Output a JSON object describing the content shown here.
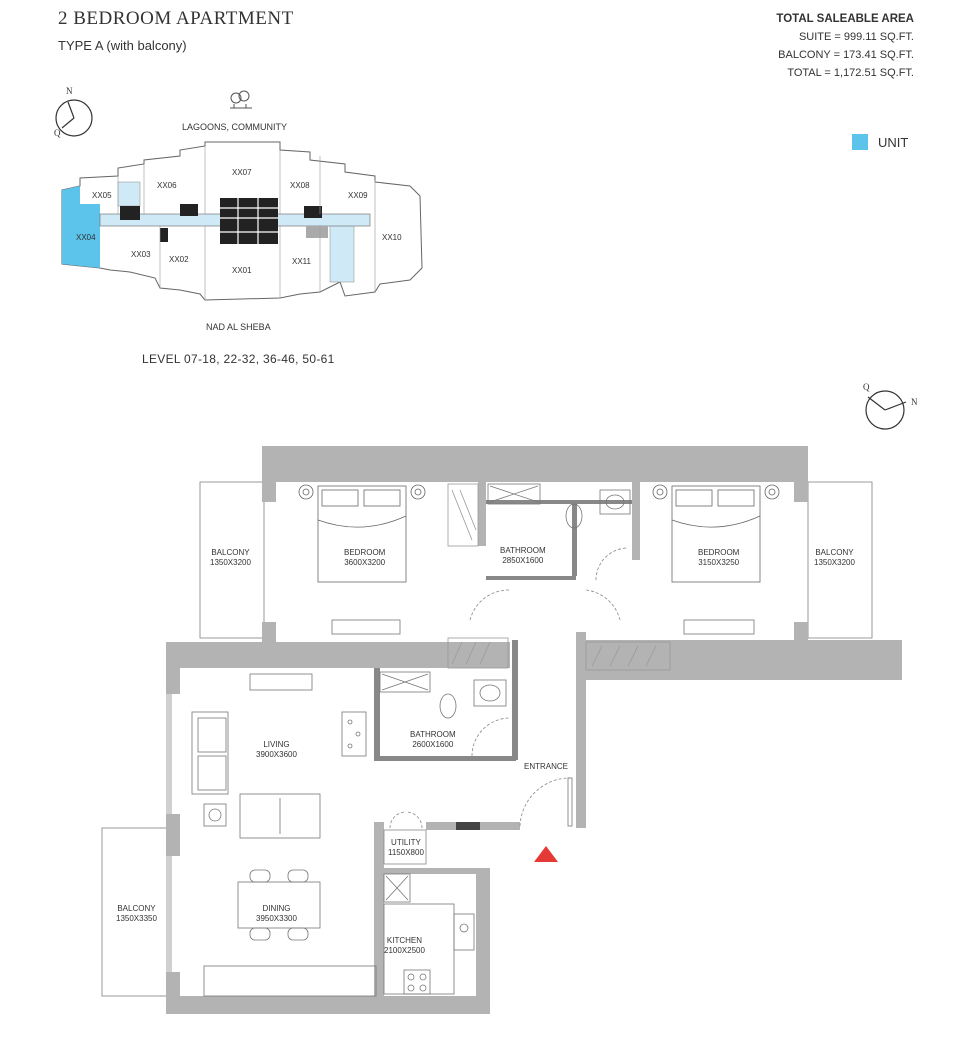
{
  "header": {
    "title": "2 BEDROOM APARTMENT",
    "subtitle": "TYPE A (with balcony)"
  },
  "area": {
    "heading": "TOTAL SALEABLE AREA",
    "suite": "SUITE = 999.11 SQ.FT.",
    "balcony": "BALCONY = 173.41 SQ.FT.",
    "total": "TOTAL = 1,172.51 SQ.FT."
  },
  "legend": {
    "label": "UNIT",
    "color": "#5cc3ea"
  },
  "keyplan": {
    "top_label": "LAGOONS, COMMUNITY",
    "bottom_label": "NAD AL SHEBA",
    "level": "LEVEL 07-18, 22-32, 36-46, 50-61",
    "units": [
      "XX05",
      "XX06",
      "XX07",
      "XX08",
      "XX09",
      "XX04",
      "XX03",
      "XX02",
      "XX01",
      "XX11",
      "XX10"
    ],
    "highlight_color": "#5cc3ea",
    "light_color": "#cfeaf6"
  },
  "compass": {
    "north": "N",
    "q": "Q"
  },
  "rooms": {
    "balcony_left": {
      "name": "BALCONY",
      "size": "1350X3200"
    },
    "bedroom1": {
      "name": "BEDROOM",
      "size": "3600X3200"
    },
    "bathroom1": {
      "name": "BATHROOM",
      "size": "2850X1600"
    },
    "bedroom2": {
      "name": "BEDROOM",
      "size": "3150X3250"
    },
    "balcony_right": {
      "name": "BALCONY",
      "size": "1350X3200"
    },
    "living": {
      "name": "LIVING",
      "size": "3900X3600"
    },
    "bathroom2": {
      "name": "BATHROOM",
      "size": "2600X1600"
    },
    "entrance": {
      "name": "ENTRANCE"
    },
    "utility": {
      "name": "UTILITY",
      "size": "1150X800"
    },
    "balcony_bottom": {
      "name": "BALCONY",
      "size": "1350X3350"
    },
    "dining": {
      "name": "DINING",
      "size": "3950X3300"
    },
    "kitchen": {
      "name": "KITCHEN",
      "size": "2100X2500"
    }
  },
  "colors": {
    "wall": "#b3b3b3",
    "line": "#555555",
    "entry_marker": "#e53935"
  }
}
